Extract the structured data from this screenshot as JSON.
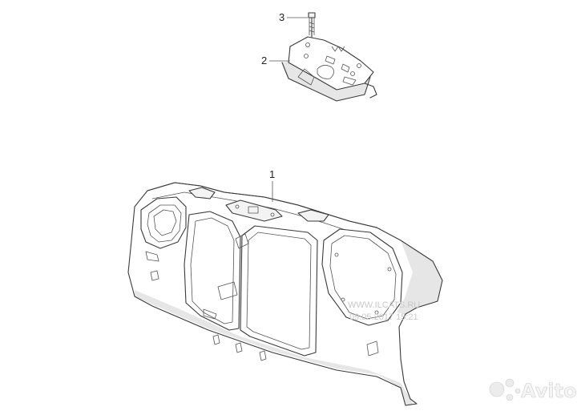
{
  "callouts": {
    "bolt": "3",
    "lock": "2",
    "panel": "1"
  },
  "watermark": {
    "line1": "WWW.ILCATS.RU",
    "line2": "09.05.2017 15:21",
    "brand": "Avito"
  },
  "colors": {
    "line": "#3a3a3a",
    "shade": "#e6e6e6",
    "background": "#ffffff"
  }
}
